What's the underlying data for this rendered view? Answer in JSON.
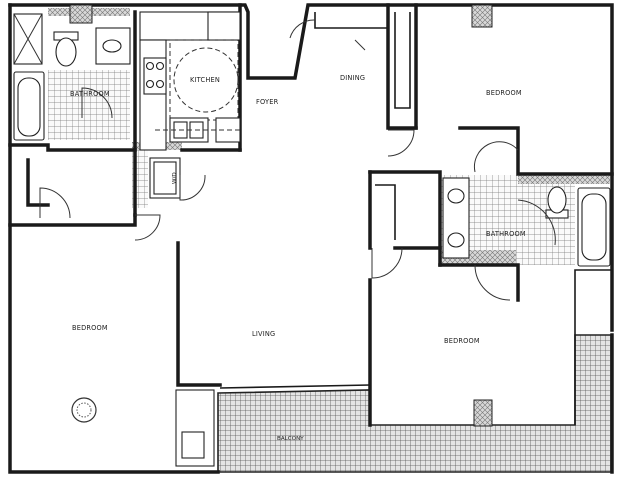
{
  "rooms": {
    "bathroom_1": "BATHROOM",
    "kitchen": "KITCHEN",
    "foyer": "FOYER",
    "dining": "DINING",
    "bedroom_1": "BEDROOM",
    "wd": "W/D",
    "bathroom_2": "BATHROOM",
    "bedroom_2": "BEDROOM",
    "living": "LIVING",
    "bedroom_3": "BEDROOM",
    "balcony": "BALCONY"
  }
}
